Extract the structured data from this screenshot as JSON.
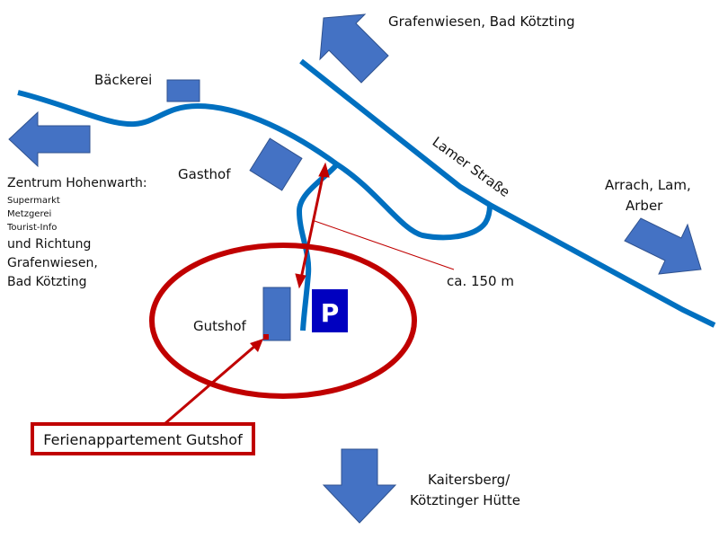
{
  "labels": {
    "baeckerei": "Bäckerei",
    "gasthof": "Gasthof",
    "gutshof": "Gutshof",
    "lamer_strasse": "Lamer Straße",
    "distance": "ca. 150 m",
    "parking": "P",
    "apartment": "Ferienappartement Gutshof"
  },
  "directions": {
    "north": "Grafenwiesen, Bad Kötzting",
    "east": [
      "Arrach, Lam,",
      "Arber"
    ],
    "south": [
      "Kaitersberg/",
      "Kötztinger Hütte"
    ],
    "west_title": "Zentrum Hohenwarth:",
    "west_items": [
      "Supermarkt",
      "Metzgerei",
      "Tourist-Info"
    ],
    "west_more": [
      "und Richtung",
      "Grafenwiesen,",
      "Bad Kötzting"
    ]
  },
  "colors": {
    "road": "#0070c0",
    "building": "#4472c4",
    "accent": "#c00000",
    "parking": "#0000c0"
  }
}
